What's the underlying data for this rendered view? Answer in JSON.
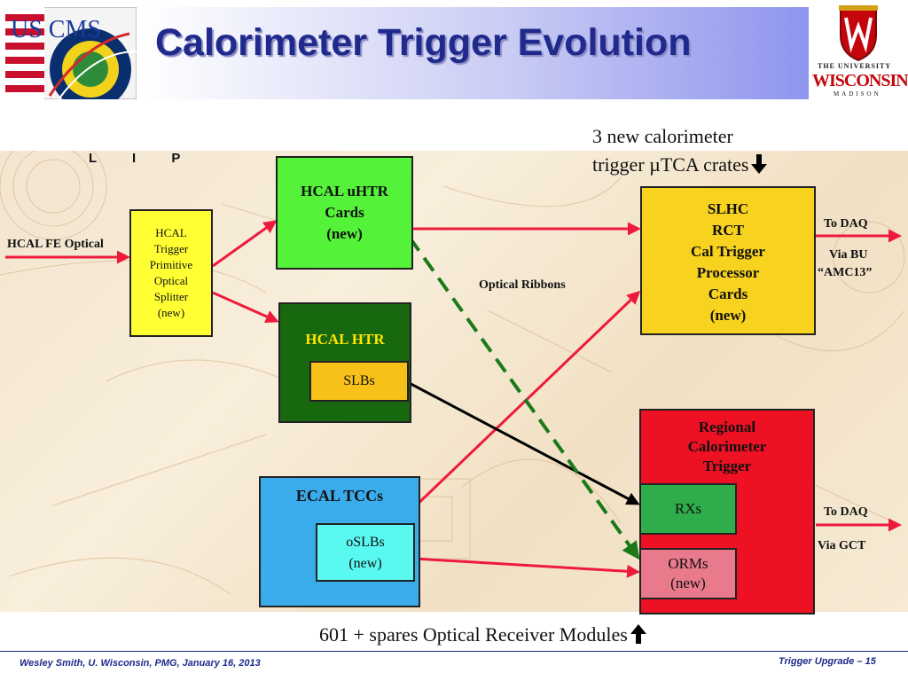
{
  "header": {
    "title": "Calorimeter Trigger Evolution",
    "left_logo_text": "US CMS",
    "right_logo_line1": "THE UNIVERSITY",
    "right_logo_line2": "WISCONSIN",
    "right_logo_line3": "MADISON"
  },
  "diagram": {
    "background_mark": "L I P",
    "input_label": "HCAL FE Optical",
    "splitter": [
      "HCAL",
      "Trigger",
      "Primitive",
      "Optical",
      "Splitter",
      "(new)"
    ],
    "uhtr": [
      "HCAL uHTR",
      "Cards",
      "(new)"
    ],
    "htr_title": "HCAL HTR",
    "slbs": "SLBs",
    "ecal_title": "ECAL TCCs",
    "oslbs": [
      "oSLBs",
      "(new)"
    ],
    "slhc": [
      "SLHC",
      "RCT",
      "Cal Trigger",
      "Processor",
      "Cards",
      "(new)"
    ],
    "rct": [
      "Regional",
      "Calorimeter",
      "Trigger"
    ],
    "rxs": "RXs",
    "orms": [
      "ORMs",
      "(new)"
    ],
    "optical_ribbons": "Optical Ribbons",
    "to_daq_1": "To DAQ",
    "via_bu": "Via BU",
    "amc13": "“AMC13”",
    "to_daq_2": "To DAQ",
    "via_gct": "Via GCT",
    "crates_line1": "3 new calorimeter",
    "crates_line2": "trigger µTCA crates",
    "modules": "601 + spares Optical Receiver Modules"
  },
  "colors": {
    "red_arrow": "#ee1a3c",
    "green_dashed": "#1a7a1a",
    "black_arrow": "#000000",
    "title_blue": "#1f2a8c"
  },
  "footer": {
    "left": "Wesley Smith, U. Wisconsin, PMG, January 16, 2013",
    "right": "Trigger Upgrade  – 15"
  }
}
